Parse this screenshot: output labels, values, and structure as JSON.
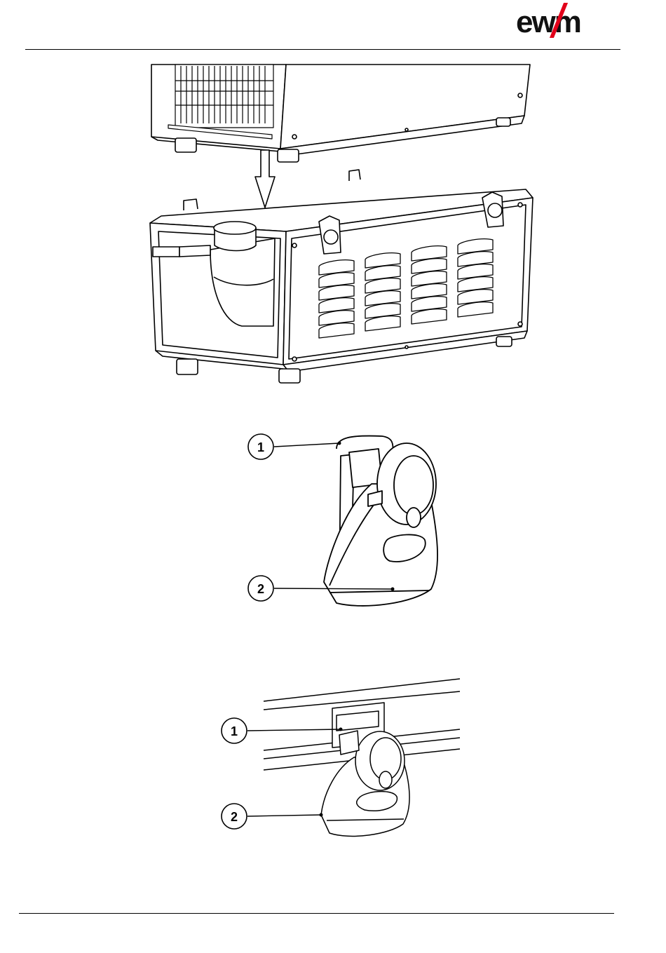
{
  "brand": {
    "logo_text": "ewm",
    "accent_color": "#e2001a"
  },
  "figure_cooler": {
    "icon": "cooling-unit-illustration"
  },
  "figure_lock_detail": {
    "callouts": [
      {
        "label": "1"
      },
      {
        "label": "2"
      }
    ]
  },
  "figure_lock_mounted": {
    "callouts": [
      {
        "label": "1"
      },
      {
        "label": "2"
      }
    ]
  }
}
